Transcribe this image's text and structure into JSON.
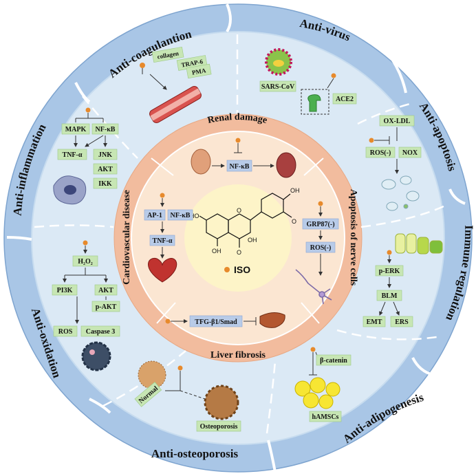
{
  "outer_sections": {
    "anti_coagulation": "Anti-coagulantion",
    "anti_virus": "Anti-virus",
    "anti_apoptosis": "Anti-apoptosis",
    "immune_regulation": "Immune regulation",
    "anti_adipogenesis": "Anti-adipogenesis",
    "anti_osteoporosis": "Anti-osteoporosis",
    "anti_oxidation": "Anti-oxidation",
    "anti_inflammation": "Anti-inflammation"
  },
  "inner_sections": {
    "renal_damage": "Renal damage",
    "apoptosis_nerve": "Apoptosis of nerve cells",
    "liver_fibrosis": "Liver fibrosis",
    "cardiovascular": "Cardiovascular disease"
  },
  "center": {
    "label": "ISO",
    "oh_top": "OH",
    "o_ring": "O",
    "o_methoxy": "O",
    "ho_left": "HO",
    "oh_right": "OH",
    "oh_bottom": "OH",
    "o_carbonyl": "O"
  },
  "anti_coagulation": {
    "items": [
      "collagen",
      "TRAP-6",
      "PMA"
    ]
  },
  "anti_virus": {
    "items": [
      "SARS-CoV",
      "ACE2"
    ]
  },
  "anti_apoptosis": {
    "items": [
      "OX-LDL",
      "ROS(-)",
      "NOX"
    ]
  },
  "immune_regulation": {
    "items": [
      "p-ERK",
      "BLM",
      "EMT",
      "ERS"
    ]
  },
  "anti_adipogenesis": {
    "items": [
      "β-catenin",
      "hAMSCs"
    ]
  },
  "anti_osteoporosis": {
    "items": [
      "Normal",
      "Osteoporosis"
    ]
  },
  "anti_oxidation": {
    "items": [
      "H₂O₂",
      "PI3K",
      "AKT",
      "p-AKT",
      "ROS",
      "Caspase 3"
    ]
  },
  "anti_inflammation": {
    "items": [
      "MAPK",
      "NF-κB",
      "TNF-α",
      "JNK",
      "AKT",
      "IKK"
    ]
  },
  "renal_damage": {
    "items": [
      "NF-κB"
    ]
  },
  "apoptosis_nerve": {
    "items": [
      "GRP87(-)",
      "ROS(-)"
    ]
  },
  "liver_fibrosis": {
    "items": [
      "TFG-β1/Smad"
    ]
  },
  "cardiovascular": {
    "items": [
      "AP-1",
      "NF-κB",
      "TNF-α"
    ]
  },
  "colors": {
    "outer_ring": "#a9c6e6",
    "middle_disc": "#dbe9f5",
    "inner_ring": "#f2bc9e",
    "core": "#fbe6d2",
    "center": "#fdf4c8",
    "green_box": "#c7e6b4",
    "blue_box": "#b8cbe8",
    "dot": "#e78a2c"
  }
}
